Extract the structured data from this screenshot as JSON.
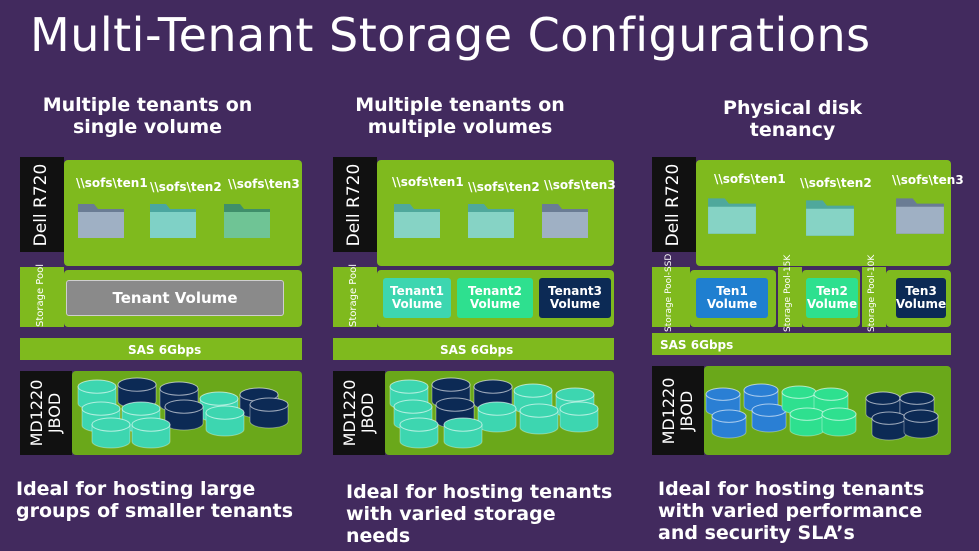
{
  "title": "Multi-Tenant Storage Configurations",
  "columns": [
    {
      "heading": "Multiple tenants on single volume",
      "server": "Dell R720",
      "pool_label": "Storage Pool",
      "shares": [
        "\\\\sofs\\ten1",
        "\\\\sofs\\ten2",
        "\\\\sofs\\ten3"
      ],
      "volume": "Tenant Volume",
      "sas": "SAS 6Gbps",
      "jbod": "MD1220 JBOD",
      "footer": "Ideal for hosting large groups of smaller tenants"
    },
    {
      "heading": "Multiple tenants on multiple volumes",
      "server": "Dell R720",
      "pool_label": "Storage Pool",
      "shares": [
        "\\\\sofs\\ten1",
        "\\\\sofs\\ten2",
        "\\\\sofs\\ten3"
      ],
      "volumes": [
        "Tenant1 Volume",
        "Tenant2 Volume",
        "Tenant3 Volume"
      ],
      "sas": "SAS 6Gbps",
      "jbod": "MD1220 JBOD",
      "footer": "Ideal for hosting tenants with varied storage needs"
    },
    {
      "heading": "Physical disk tenancy",
      "server": "Dell R720",
      "pool_labels": [
        "Storage Pool-SSD",
        "Storage Pool-15K",
        "Storage Pool-10K"
      ],
      "shares": [
        "\\\\sofs\\ten1",
        "\\\\sofs\\ten2",
        "\\\\sofs\\ten3"
      ],
      "volumes": [
        "Ten1 Volume",
        "Ten2 Volume",
        "Ten3 Volume"
      ],
      "sas": "SAS 6Gbps",
      "jbod": "MD1220 JBOD",
      "footer": "Ideal for hosting tenants with varied performance and security SLA’s"
    }
  ],
  "colors": {
    "background": "#422a5e",
    "green": "#7fba1e",
    "teal": "#3dd6b0",
    "navy": "#0c2a55",
    "blue": "#2a7fd4",
    "gray_volume": "#8a8a8a"
  }
}
